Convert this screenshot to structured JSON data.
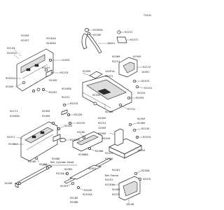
{
  "code": "T3141",
  "labels": [
    "92009A",
    "92160",
    "16001",
    "92151",
    "92071",
    "92009",
    "92057",
    "92161A",
    "92009A",
    "92143",
    "92022A",
    "92151",
    "12029",
    "92153",
    "92022A",
    "92009",
    "92049",
    "92002",
    "92049A",
    "92151",
    "92015",
    "92220",
    "92070",
    "92171",
    "92009A",
    "92059",
    "92009",
    "92071",
    "92068A",
    "92022",
    "92022A",
    "92180",
    "92068",
    "92068A",
    "92068",
    "92160",
    "92068",
    "92049",
    "92151",
    "92059",
    "92009",
    "92059",
    "92069",
    "92151",
    "92009",
    "14091A",
    "92071",
    "92172",
    "14091",
    "92072",
    "92151",
    "92015",
    "92009",
    "92151",
    "12009",
    "92059",
    "92069",
    "92143",
    "92015",
    "92059",
    "92016",
    "14054",
    "92015",
    "92009",
    "92081",
    "92051",
    "92151",
    "92161",
    "14046",
    "92057",
    "92039",
    "16146",
    "92008",
    "92070",
    "92161A",
    "92151",
    "92009",
    "92072",
    "92160",
    "92068",
    "92015A"
  ],
  "ref_labels": {
    "cylinder_head": "Ref. Cylinder Head",
    "frame": "Ref. Frame"
  }
}
